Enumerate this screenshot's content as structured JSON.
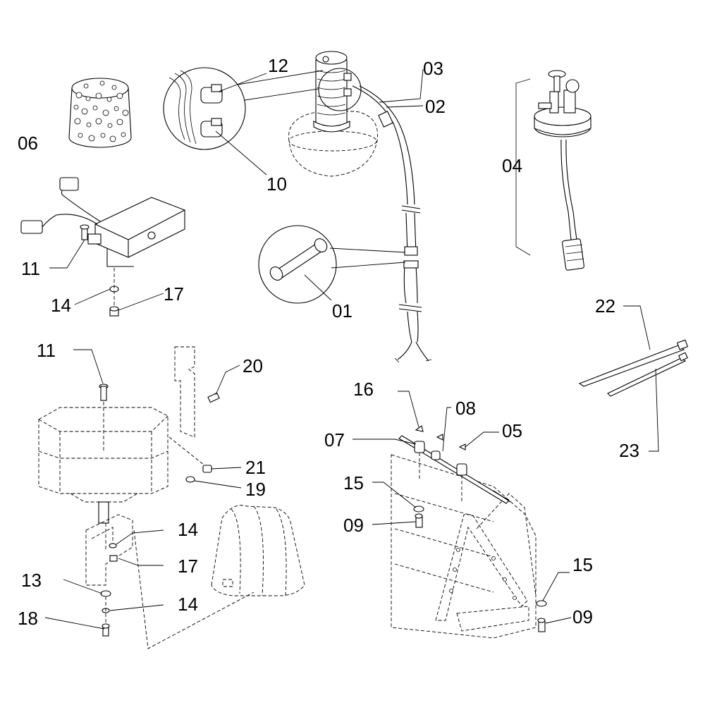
{
  "callouts": {
    "c01": "01",
    "c02": "02",
    "c03": "03",
    "c04": "04",
    "c05": "05",
    "c06": "06",
    "c07": "07",
    "c08": "08",
    "c09a": "09",
    "c09b": "09",
    "c10": "10",
    "c11a": "11",
    "c11b": "11",
    "c12": "12",
    "c13": "13",
    "c14a": "14",
    "c14b": "14",
    "c14c": "14",
    "c15a": "15",
    "c15b": "15",
    "c16": "16",
    "c17a": "17",
    "c17b": "17",
    "c18": "18",
    "c19": "19",
    "c20": "20",
    "c21": "21",
    "c22": "22",
    "c23": "23"
  }
}
